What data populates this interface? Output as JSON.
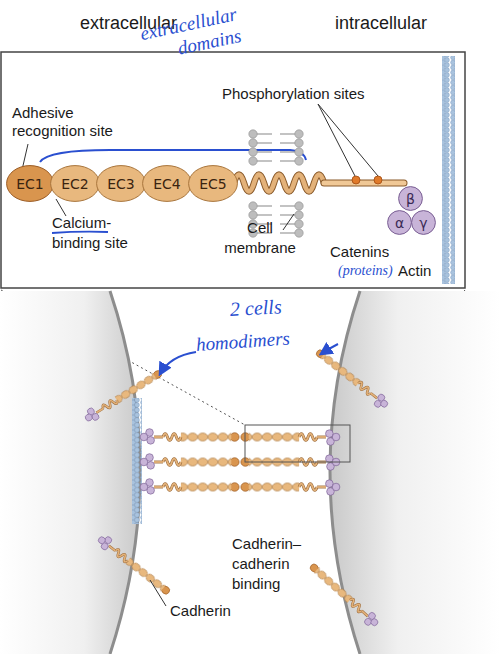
{
  "diagram": {
    "nodes": [
      {
        "text": [
          "EC1"
        ]
      },
      {
        "text": [
          "EC2"
        ]
      },
      {
        "text": [
          "EC3"
        ]
      },
      {
        "text": [
          "EC4"
        ]
      },
      {
        "text": [
          "EC5"
        ]
      },
      {
        "text": [
          "β"
        ]
      },
      {
        "text": [
          "α"
        ]
      },
      {
        "text": [
          "γ"
        ]
      }
    ],
    "labels": [
      "extracellular",
      "intracellular",
      "extracellular domains",
      "Adhesive recognition site",
      "Phosphorylation sites",
      "Calcium-binding site",
      "Cell membrane",
      "Catenins",
      "(proteins)",
      "Actin",
      "2 cells",
      "homodimers",
      "Cadherin–cadherin binding",
      "Cadherin"
    ]
  }
}
